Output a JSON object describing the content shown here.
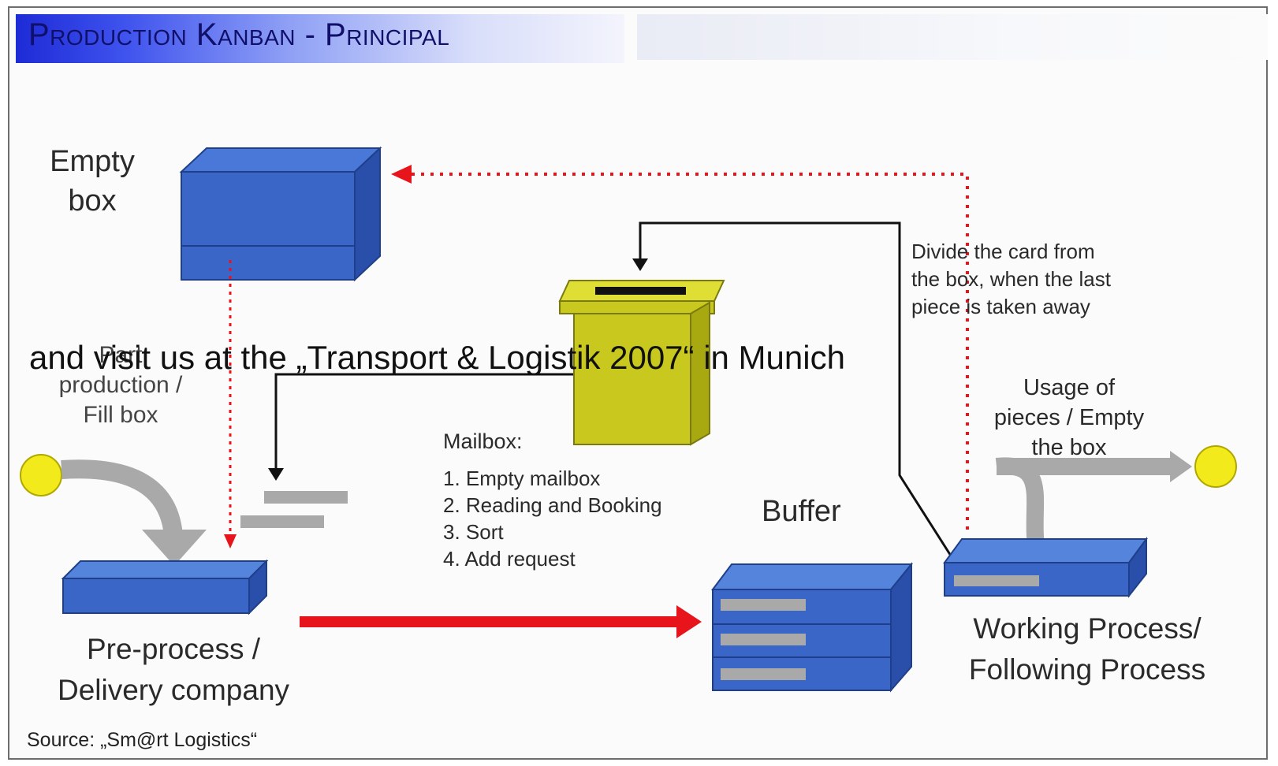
{
  "title": "Production Kanban - Principal",
  "labels": {
    "empty_box": [
      "Empty",
      "box"
    ],
    "part_production": [
      "Part",
      "production /",
      "Fill box"
    ],
    "mailbox_heading": "Mailbox:",
    "mailbox_steps": [
      "1. Empty mailbox",
      "2. Reading and Booking",
      "3. Sort",
      "4. Add request"
    ],
    "buffer": "Buffer",
    "divide_card": [
      "Divide the card from",
      "the box, when the last",
      "piece is taken away"
    ],
    "usage": [
      "Usage of",
      "pieces / Empty",
      "the box"
    ],
    "working_process": [
      "Working Process/",
      "Following Process"
    ],
    "pre_process": [
      "Pre-process /",
      "Delivery company"
    ]
  },
  "overlay_text": "and visit us at the „Transport & Logistik 2007“ in Munich",
  "source": "Source: „Sm@rt Logistics“",
  "colors": {
    "box_blue": "#3a66c8",
    "mailbox_yellow": "#c8c81e",
    "flow_red": "#e8141c",
    "token_yellow": "#f2ea1a",
    "arrow_gray": "#a9a9a9"
  }
}
